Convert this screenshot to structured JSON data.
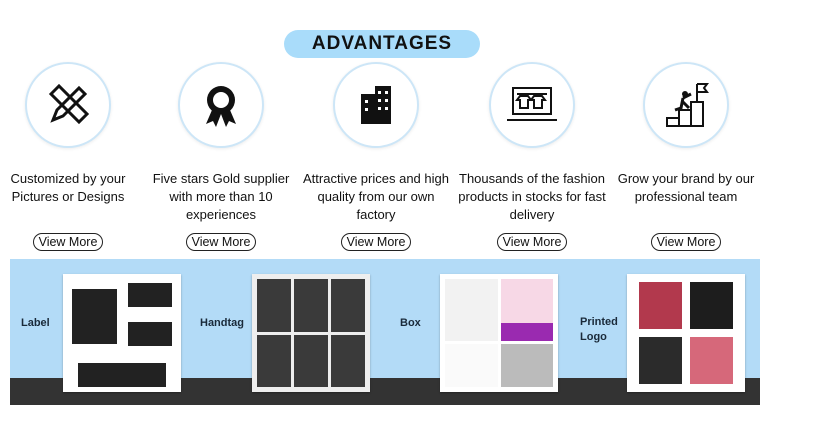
{
  "title": "ADVANTAGES",
  "advantages": [
    {
      "icon": "pencil-ruler-icon",
      "text": "Customized by your Pictures or Designs",
      "button": "View More"
    },
    {
      "icon": "award-badge-icon",
      "text": "Five stars Gold supplier with more than 10 experiences",
      "button": "View More"
    },
    {
      "icon": "factory-building-icon",
      "text": "Attractive prices and high quality from our own factory",
      "button": "View More"
    },
    {
      "icon": "clothes-rack-laptop-icon",
      "text": "Thousands of the fashion products in stocks for fast delivery",
      "button": "View More"
    },
    {
      "icon": "climbing-flag-icon",
      "text": "Grow your brand by our professional team",
      "button": "View More"
    }
  ],
  "products": [
    {
      "label": "Label"
    },
    {
      "label": "Handtag"
    },
    {
      "label": "Box"
    },
    {
      "label": "Printed Logo"
    }
  ],
  "colors": {
    "accent": "#a9dcfa",
    "banner": "#b3dbf7",
    "band": "#333333"
  }
}
